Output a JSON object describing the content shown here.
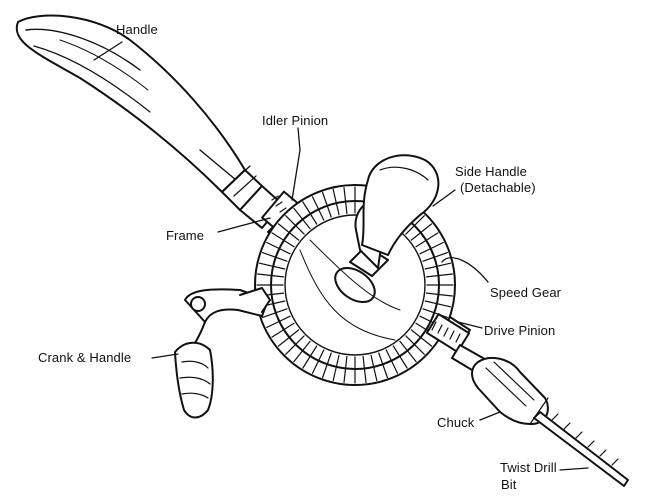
{
  "labels": {
    "handle": "Handle",
    "idler_pinion": "Idler Pinion",
    "side_handle_line1": "Side Handle",
    "side_handle_line2": "(Detachable)",
    "frame": "Frame",
    "speed_gear": "Speed Gear",
    "drive_pinion": "Drive Pinion",
    "crank_handle": "Crank & Handle",
    "chuck": "Chuck",
    "twist_drill_line1": "Twist Drill",
    "twist_drill_line2": "Bit"
  }
}
